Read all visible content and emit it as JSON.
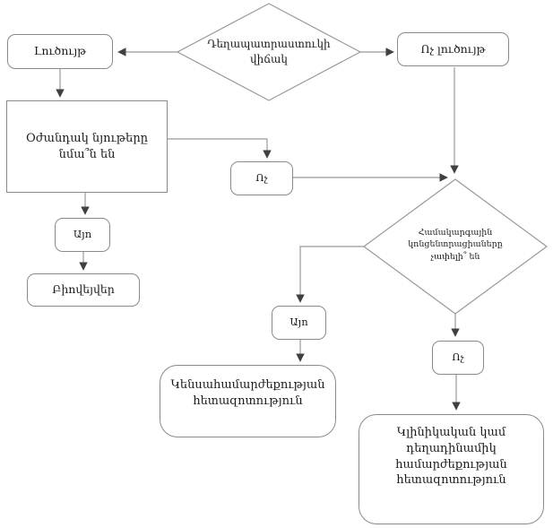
{
  "flowchart": {
    "nodes": {
      "drug_state": {
        "label": "Դեղապատրաստուկի վիճակ",
        "type": "decision"
      },
      "solution": {
        "label": "Լուծույթ",
        "type": "terminal"
      },
      "not_solution": {
        "label": "Ոչ լուծույթ",
        "type": "terminal"
      },
      "excipients_similar": {
        "label": "Օժանդակ նյութերը նմա՞ն են",
        "type": "process"
      },
      "no_mid": {
        "label": "Ոչ",
        "type": "connector"
      },
      "yes_left": {
        "label": "Այո",
        "type": "connector"
      },
      "biowaiver": {
        "label": "Բիովեյվեր",
        "type": "terminal"
      },
      "concentrations_measurable": {
        "label": "Համակարգային կոնցենտրացիաները չափելի՞ են",
        "type": "decision"
      },
      "yes_mid": {
        "label": "Այո",
        "type": "connector"
      },
      "no_right": {
        "label": "Ոչ",
        "type": "connector"
      },
      "bioequivalence_study": {
        "label": "Կենսահամարժեքության հետազոտություն",
        "type": "terminal"
      },
      "clinical_study": {
        "label": "Կլինիկական կամ դեղադինամիկ համարժեքության հետազոտություն",
        "type": "terminal"
      }
    },
    "colors": {
      "line": "#999999",
      "arrowhead": "#404040",
      "box_border": "#8a8a8a",
      "text": "#1a1a1a",
      "background": "#ffffff"
    }
  }
}
